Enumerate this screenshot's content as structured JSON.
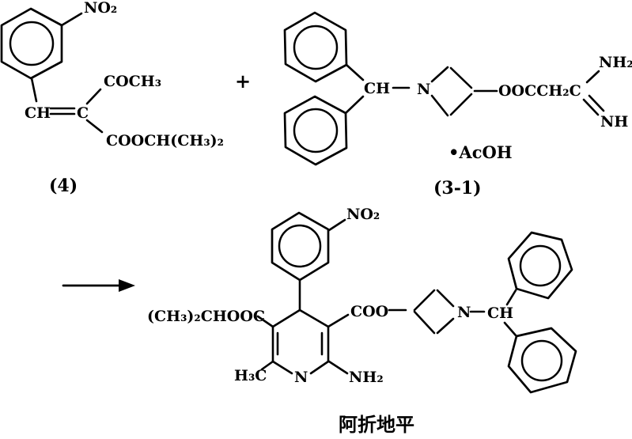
{
  "reaction": {
    "reactant_4": {
      "nitro": "NO₂",
      "ch": "CH",
      "c": "C",
      "acetyl": "COCH₃",
      "ester": "COOCH(CH₃)₂",
      "label": "(4)"
    },
    "plus": "+",
    "reactant_3_1": {
      "ch": "CH",
      "azetidine_n": "N",
      "chain": "OOCCH₂C",
      "amine": "NH₂",
      "imine": "NH",
      "salt": "•AcOH",
      "label": "(3-1)"
    },
    "product": {
      "nitro": "NO₂",
      "isopropyl_ester": "(CH₃)₂CHOOC",
      "coo": "COO",
      "methyl": "H₃C",
      "pyridine_n": "N",
      "amine": "NH₂",
      "azetidine_n": "N",
      "ch": "CH",
      "name": "阿折地平"
    }
  }
}
